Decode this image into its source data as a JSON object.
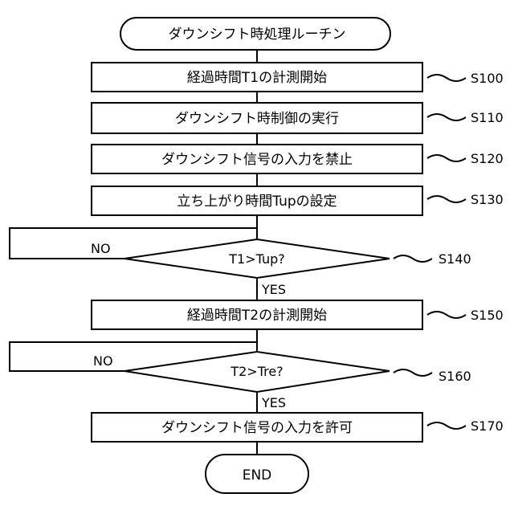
{
  "flowchart": {
    "start": "ダウンシフト時処理ルーチン",
    "end": "END",
    "steps": [
      {
        "id": "S100",
        "text": "経過時間T1の計測開始"
      },
      {
        "id": "S110",
        "text": "ダウンシフト時制御の実行"
      },
      {
        "id": "S120",
        "text": "ダウンシフト信号の入力を禁止"
      },
      {
        "id": "S130",
        "text": "立ち上がり時間Tupの設定"
      },
      {
        "id": "S140",
        "text": "T1>Tup?"
      },
      {
        "id": "S150",
        "text": "経過時間T2の計測開始"
      },
      {
        "id": "S160",
        "text": "T2>Tre?"
      },
      {
        "id": "S170",
        "text": "ダウンシフト信号の入力を許可"
      }
    ],
    "branch_labels": {
      "s140_no": "NO",
      "s140_yes": "YES",
      "s160_no": "NO",
      "s160_yes": "YES"
    }
  }
}
